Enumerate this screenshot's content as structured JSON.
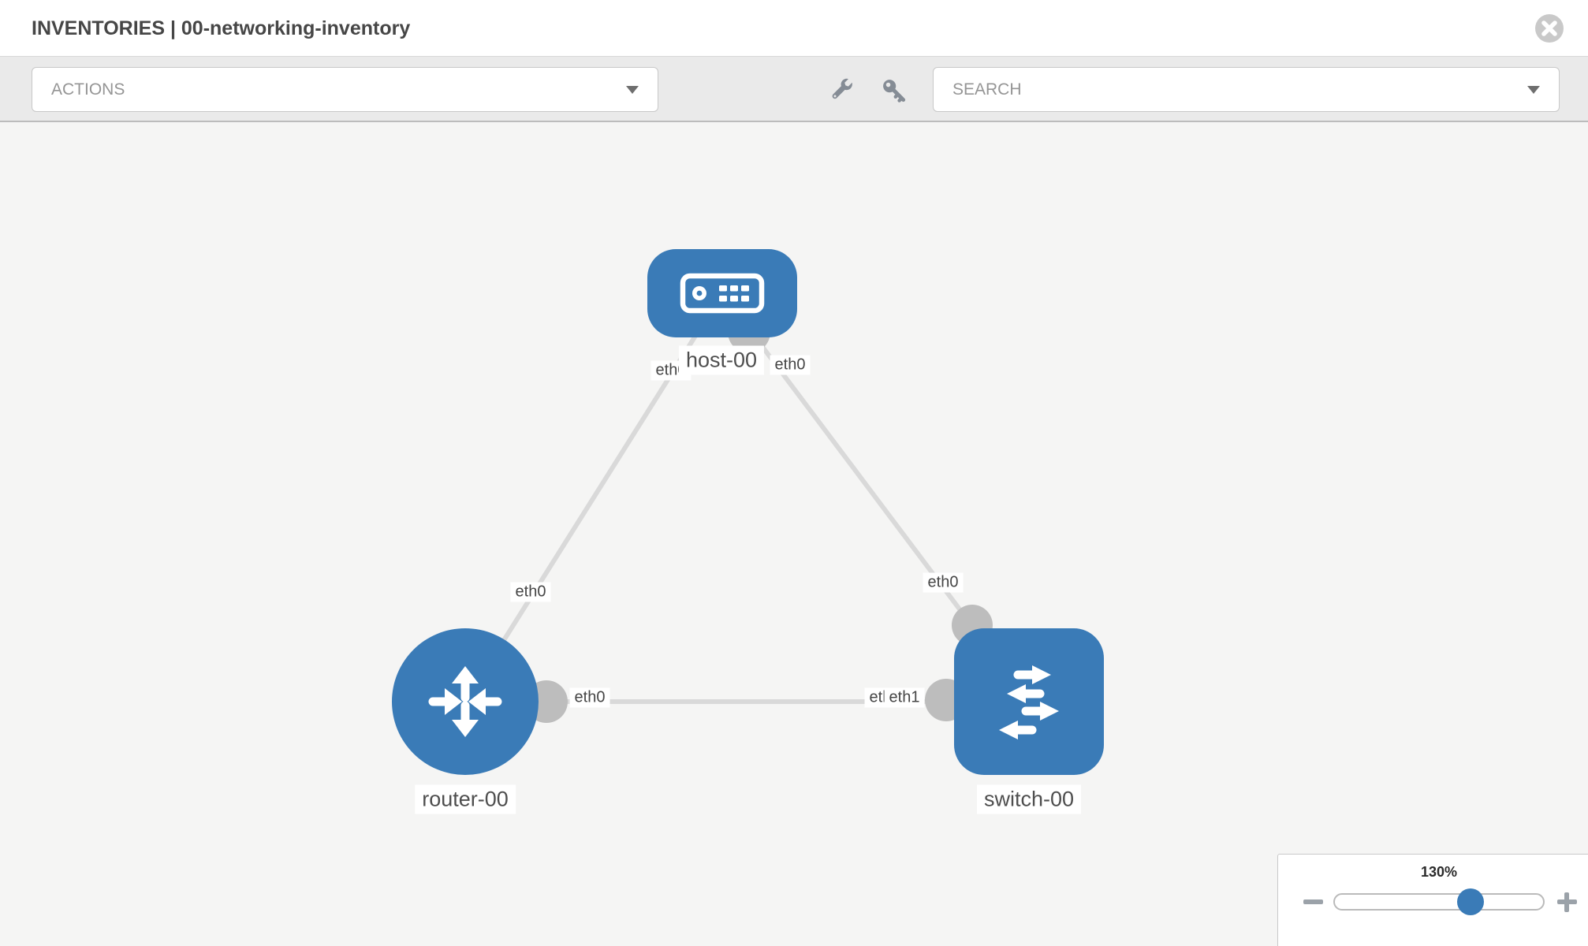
{
  "window": {
    "title": "INVENTORIES | 00-networking-inventory"
  },
  "toolbar": {
    "actions_label": "ACTIONS",
    "search_label": "SEARCH"
  },
  "icons": {
    "close": "close-circle-icon",
    "actions_caret": "caret-down-icon",
    "search_caret": "caret-down-icon",
    "wrench": "wrench-icon",
    "key": "key-icon",
    "zoom_out": "minus-icon",
    "zoom_in": "plus-icon",
    "host": "host-device-icon",
    "router": "router-device-icon",
    "switch": "switch-device-icon"
  },
  "topology": {
    "nodes": [
      {
        "id": "host-00",
        "type": "host",
        "label": "host-00"
      },
      {
        "id": "router-00",
        "type": "router",
        "label": "router-00"
      },
      {
        "id": "switch-00",
        "type": "switch",
        "label": "switch-00"
      }
    ],
    "links": [
      {
        "source": "host-00",
        "target": "router-00",
        "source_interface": "eth0",
        "target_interface": "eth0"
      },
      {
        "source": "host-00",
        "target": "switch-00",
        "source_interface": "eth0",
        "target_interface": "eth0"
      },
      {
        "source": "router-00",
        "target": "switch-00",
        "source_interface": "eth0",
        "target_interface": "eth1"
      }
    ],
    "interfaces": {
      "host_router": {
        "host_end": "eth0",
        "router_end": "eth0"
      },
      "host_switch": {
        "host_end": "eth0",
        "switch_end": "eth0"
      },
      "router_switch": {
        "router_end": "eth0",
        "switch_end_back": "eth0",
        "switch_end_front": "eth1"
      }
    }
  },
  "zoom_control": {
    "level": "130%"
  },
  "colors": {
    "node_blue": "#3a7bb7",
    "link_gray": "#d9d9d9",
    "connector_gray": "#bdbdbd",
    "canvas_bg": "#f5f5f4",
    "toolbar_bg": "#eaeaea",
    "close_gray": "#c9c9c9"
  }
}
